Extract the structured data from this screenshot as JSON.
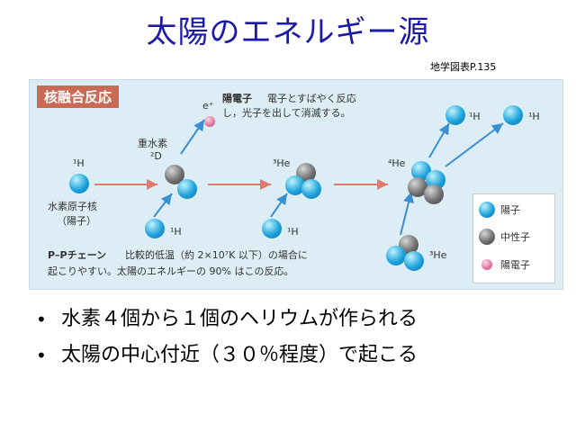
{
  "title": "太陽のエネルギー源",
  "source_note": "地学図表P.135",
  "figure": {
    "heading": "核融合反応",
    "positron_symbol": "e⁺",
    "positron_label": "陽電子",
    "positron_desc_1": "電子とすばやく反応",
    "positron_desc_2": "し，光子を出して消滅する。",
    "deuterium_label": "重水素",
    "deuterium_symbol": "²D",
    "h1_symbol": "¹H",
    "h1_label_1": "水素原子核",
    "h1_label_2": "（陽子）",
    "he3_symbol": "³He",
    "he4_symbol": "⁴He",
    "chain_name": "P–Pチェーン",
    "chain_desc_1": "比較的低温（約 2×10⁷K 以下）の場合に",
    "chain_desc_2": "起こりやすい。太陽のエネルギーの 90% はこの反応。",
    "legend": {
      "proton": "陽子",
      "neutron": "中性子",
      "positron": "陽電子"
    }
  },
  "bullets": [
    "水素４個から１個のヘリウムが作られる",
    "太陽の中心付近（３０％程度）で起こる"
  ],
  "colors": {
    "title": "#1a1aa6",
    "heading_bg": "#c96a55",
    "figure_bg": "#dcedf5",
    "proton": "#1fa3dc",
    "neutron": "#707070",
    "positron": "#e2739d",
    "arrow_red": "#e07a6a",
    "arrow_blue": "#3a8fd0"
  }
}
